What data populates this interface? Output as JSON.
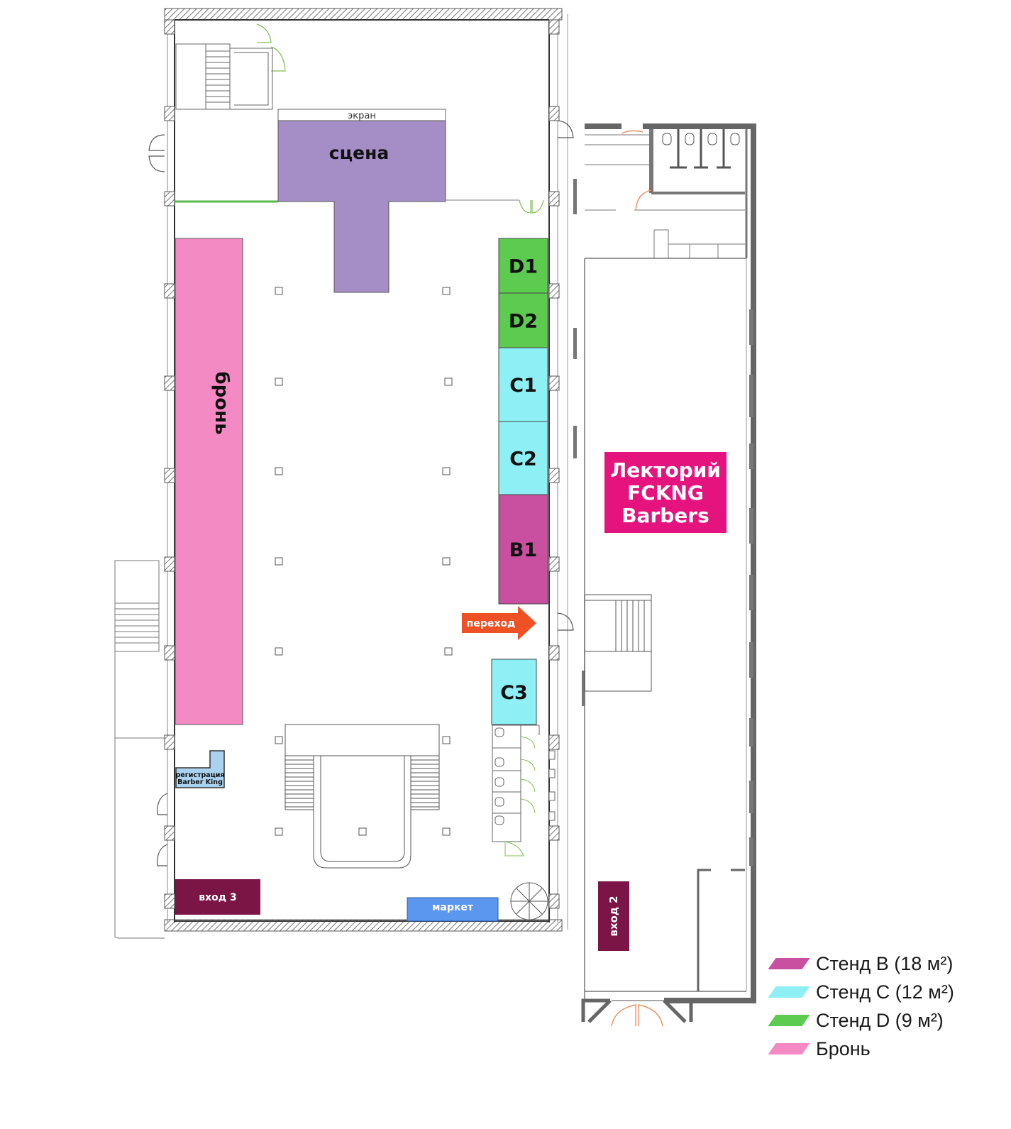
{
  "rooms": {
    "stage": {
      "label": "сцена",
      "color": "#a48ec5"
    },
    "screen": {
      "label": "экран"
    },
    "booking_zone": {
      "label": "бронь",
      "color": "#f48ac4"
    },
    "registration": {
      "line1": "регистрация",
      "line2": "Barber King",
      "color": "#a9d3f0"
    },
    "market": {
      "label": "маркет",
      "color": "#5b97ef"
    },
    "entrance3": {
      "label": "вход 3",
      "color": "#7a1546"
    },
    "entrance2": {
      "label": "вход 2",
      "color": "#7a1546"
    },
    "passage": {
      "label": "переход",
      "color": "#ee5124"
    },
    "lecture_hall": {
      "line1": "Лекторий",
      "line2": "FCKNG",
      "line3": "Barbers",
      "color": "#e5137e"
    }
  },
  "booths": [
    {
      "id": "D1",
      "label": "D1",
      "type": "D"
    },
    {
      "id": "D2",
      "label": "D2",
      "type": "D"
    },
    {
      "id": "C1",
      "label": "C1",
      "type": "C"
    },
    {
      "id": "C2",
      "label": "C2",
      "type": "C"
    },
    {
      "id": "B1",
      "label": "B1",
      "type": "B"
    },
    {
      "id": "C3",
      "label": "C3",
      "type": "C"
    }
  ],
  "legend": [
    {
      "label": "Стенд B (18 м²)",
      "color": "#c94fa0",
      "type": "B"
    },
    {
      "label": "Стенд C (12 м²)",
      "color": "#8ef0f5",
      "type": "C"
    },
    {
      "label": "Стенд D (9 м²)",
      "color": "#5ccb50",
      "type": "D"
    },
    {
      "label": "Бронь",
      "color": "#f48ac4",
      "type": "reserve"
    }
  ]
}
